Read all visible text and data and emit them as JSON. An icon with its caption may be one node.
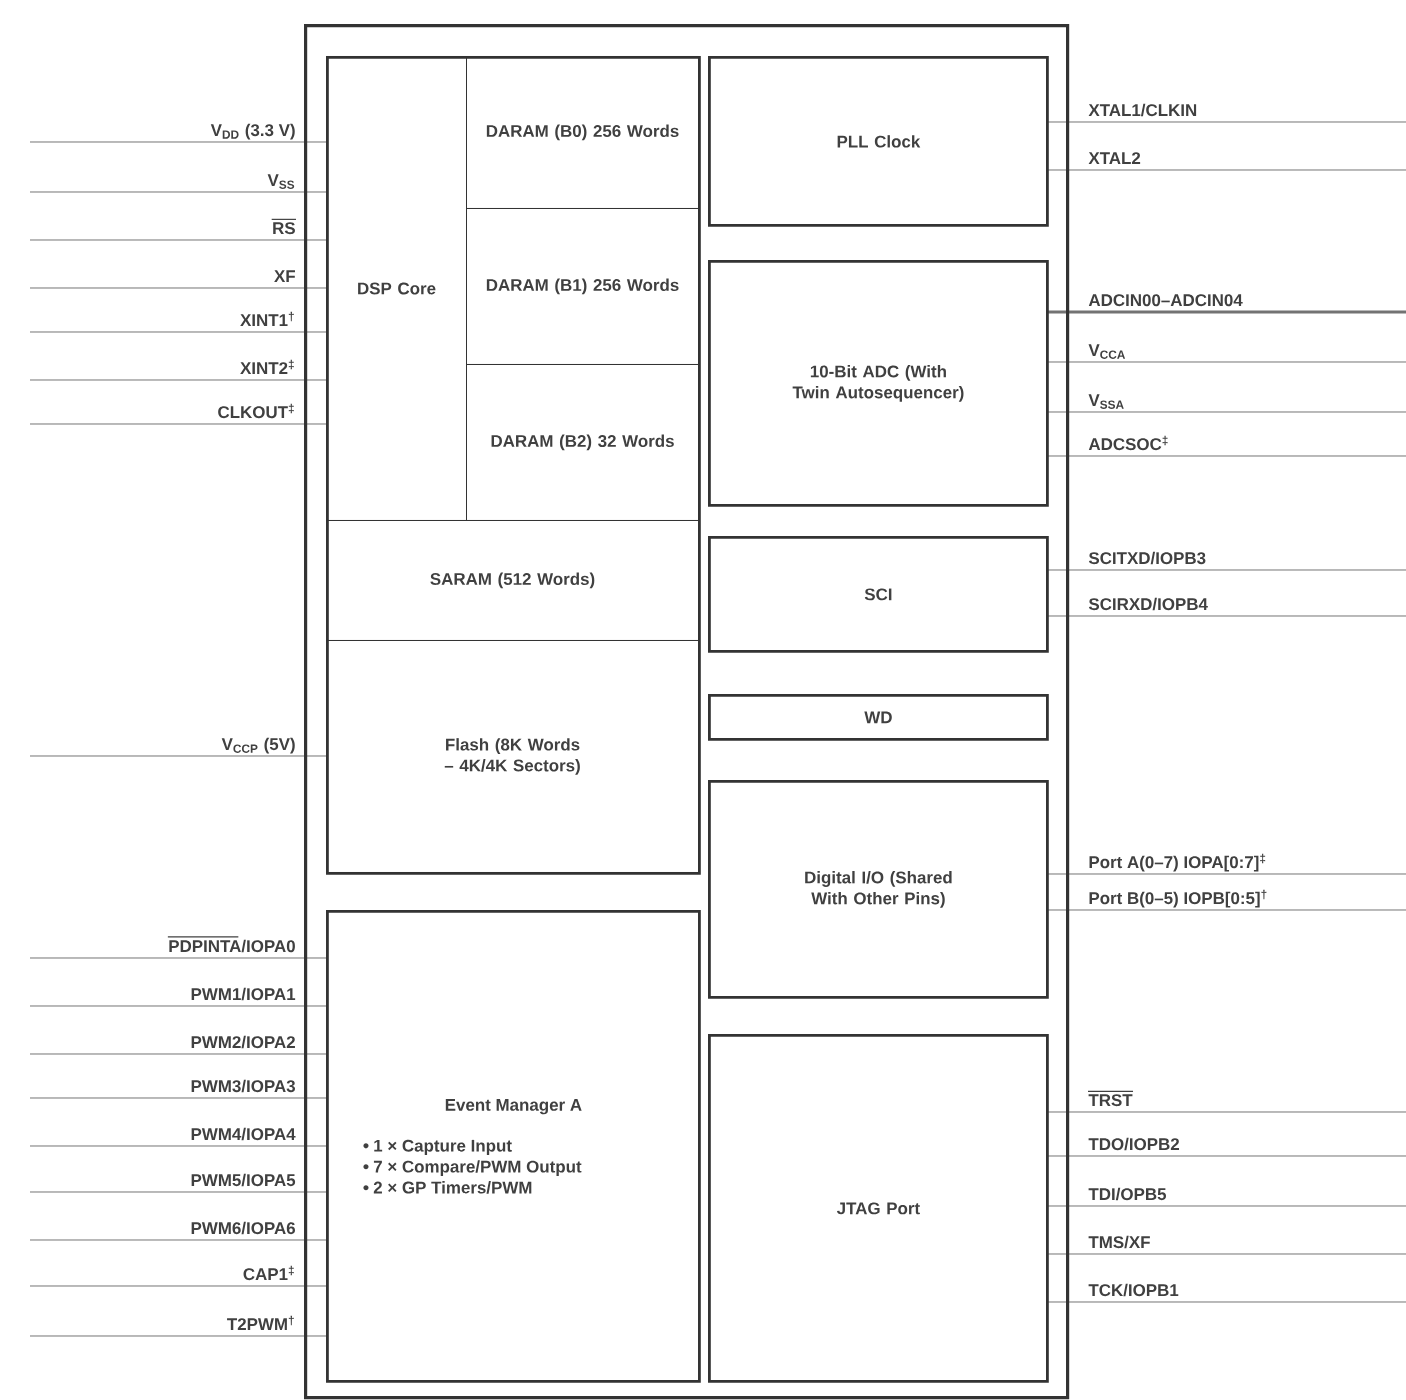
{
  "diagram": {
    "nodes": [
      {
        "text": [],
        "shape": "box"
      },
      {
        "text": [],
        "shape": "box",
        "in": 0
      },
      {
        "text": [
          "DSP Core"
        ],
        "in": 1
      },
      {
        "text": [
          "DARAM (B0) 256 Words"
        ],
        "in": 1
      },
      {
        "text": [
          "DARAM (B1) 256 Words"
        ],
        "in": 1
      },
      {
        "text": [
          "DARAM (B2) 32 Words"
        ],
        "in": 1
      },
      {
        "text": [
          "SARAM (512 Words)"
        ],
        "in": 1
      },
      {
        "text": [
          "Flash (8K Words – 4K/4K Sectors)"
        ],
        "in": 1
      },
      {
        "text": [
          "Event Manager A",
          "1 × Capture Input",
          "7 × Compare/PWM Output",
          "2 × GP Timers/PWM"
        ],
        "in": 0
      },
      {
        "text": [
          "PLL Clock"
        ],
        "in": 0
      },
      {
        "text": [
          "10-Bit ADC (With Twin Autosequencer)"
        ],
        "in": 0
      },
      {
        "text": [
          "SCI"
        ],
        "in": 0
      },
      {
        "text": [
          "WD"
        ],
        "in": 0
      },
      {
        "text": [
          "Digital I/O (Shared With Other Pins)"
        ],
        "in": 0
      },
      {
        "text": [
          "JTAG Port"
        ],
        "in": 0
      }
    ],
    "labels": [
      "V$_{DD}$ (3.3 V)",
      "V$_{SS}$",
      "RS",
      "XF",
      "XINT1$^{†}$",
      "XINT2$^{‡}$",
      "CLKOUT$^{‡}$",
      "V$_{CCP}$ (5V)",
      "PDPINTA/IOPA0",
      "PWM1/IOPA1",
      "PWM2/IOPA2",
      "PWM3/IOPA3",
      "PWM4/IOPA4",
      "PWM5/IOPA5",
      "PWM6/IOPA6",
      "CAP1$^{‡}$",
      "T2PWM$^{†}$",
      "XTAL1/CLKIN",
      "XTAL2",
      "ADCIN00–ADCIN04",
      "V$_{CCA}$",
      "V$_{SSA}$",
      "ADCSOC$^{‡}$",
      "SCITXD/IOPB3",
      "SCIRXD/IOPB4",
      "Port A(0–7) IOPA[0:7]$^{‡}$",
      "Port B(0–5) IOPB[0:5]$^{†}$",
      "TRST",
      "TDO/IOPB2",
      "TDI/OPB5",
      "TMS/XF",
      "TCK/IOPB1"
    ]
  }
}
